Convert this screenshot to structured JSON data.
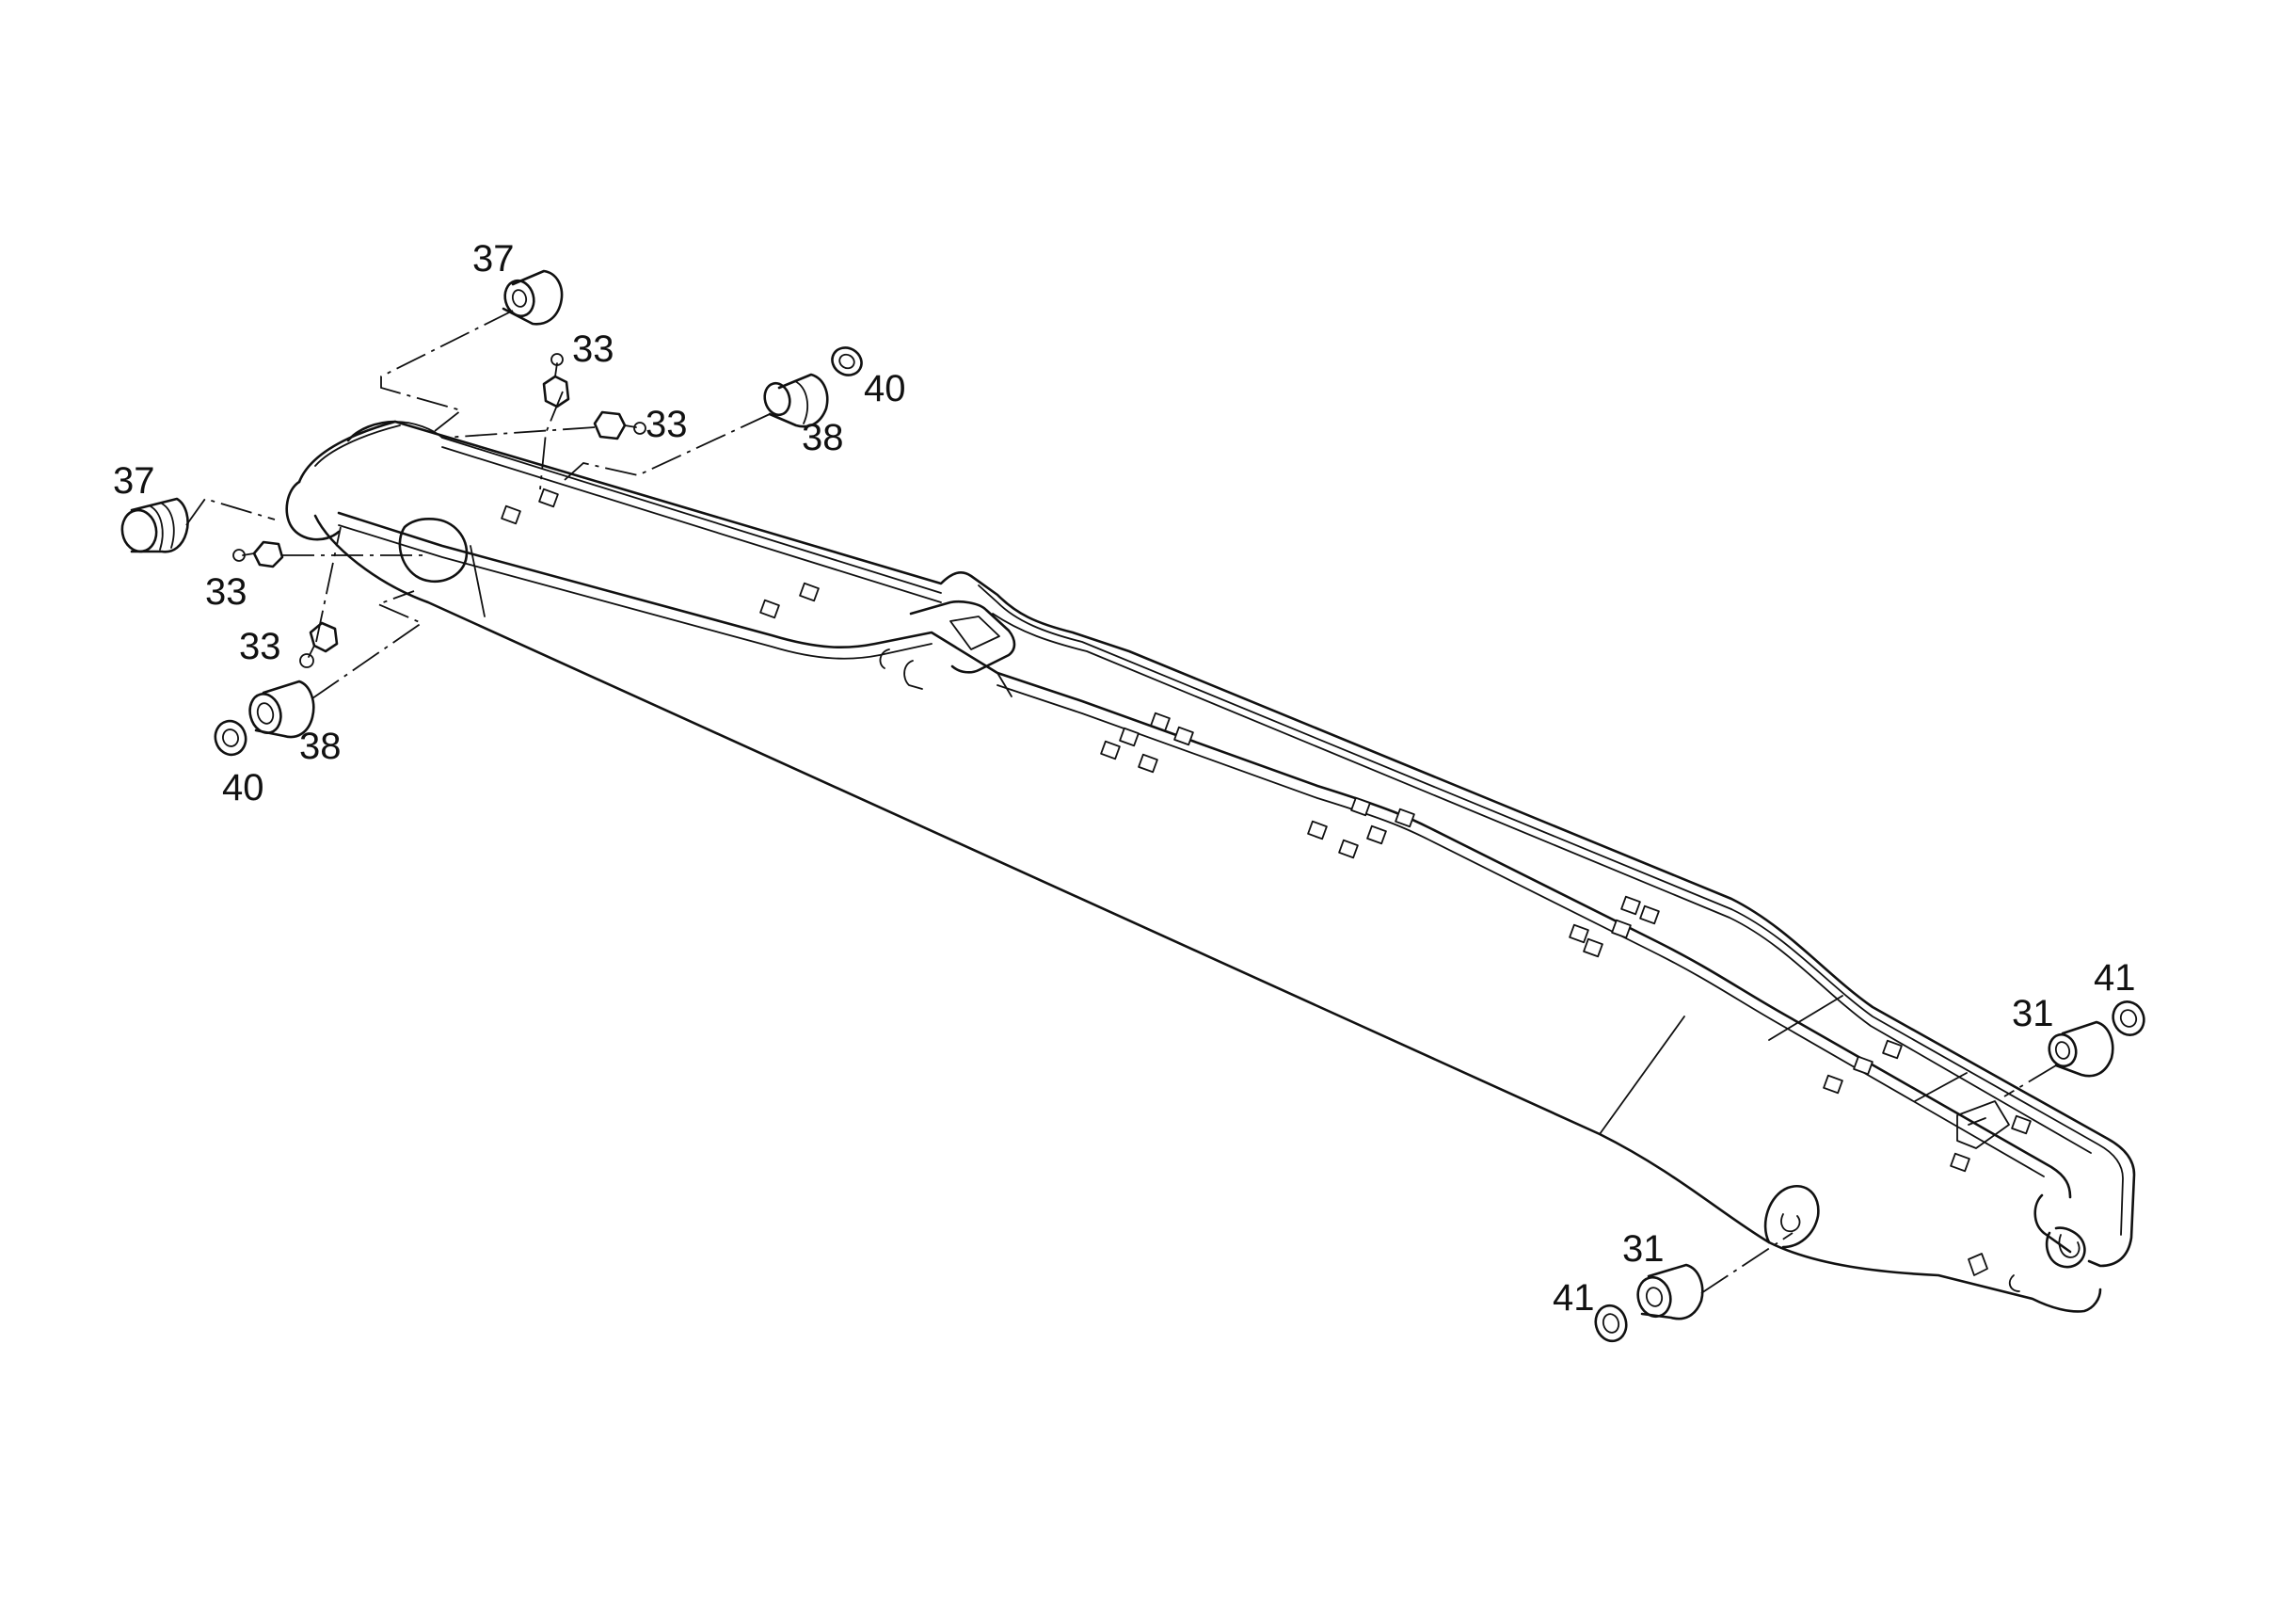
{
  "callouts": [
    {
      "id": "c37a",
      "text": "37"
    },
    {
      "id": "c33a",
      "text": "33"
    },
    {
      "id": "c33b",
      "text": "33"
    },
    {
      "id": "c40a",
      "text": "40"
    },
    {
      "id": "c38a",
      "text": "38"
    },
    {
      "id": "c37b",
      "text": "37"
    },
    {
      "id": "c33c",
      "text": "33"
    },
    {
      "id": "c33d",
      "text": "33"
    },
    {
      "id": "c38b",
      "text": "38"
    },
    {
      "id": "c40b",
      "text": "40"
    },
    {
      "id": "c41a",
      "text": "41"
    },
    {
      "id": "c31a",
      "text": "31"
    },
    {
      "id": "c31b",
      "text": "31"
    },
    {
      "id": "c41b",
      "text": "41"
    }
  ]
}
